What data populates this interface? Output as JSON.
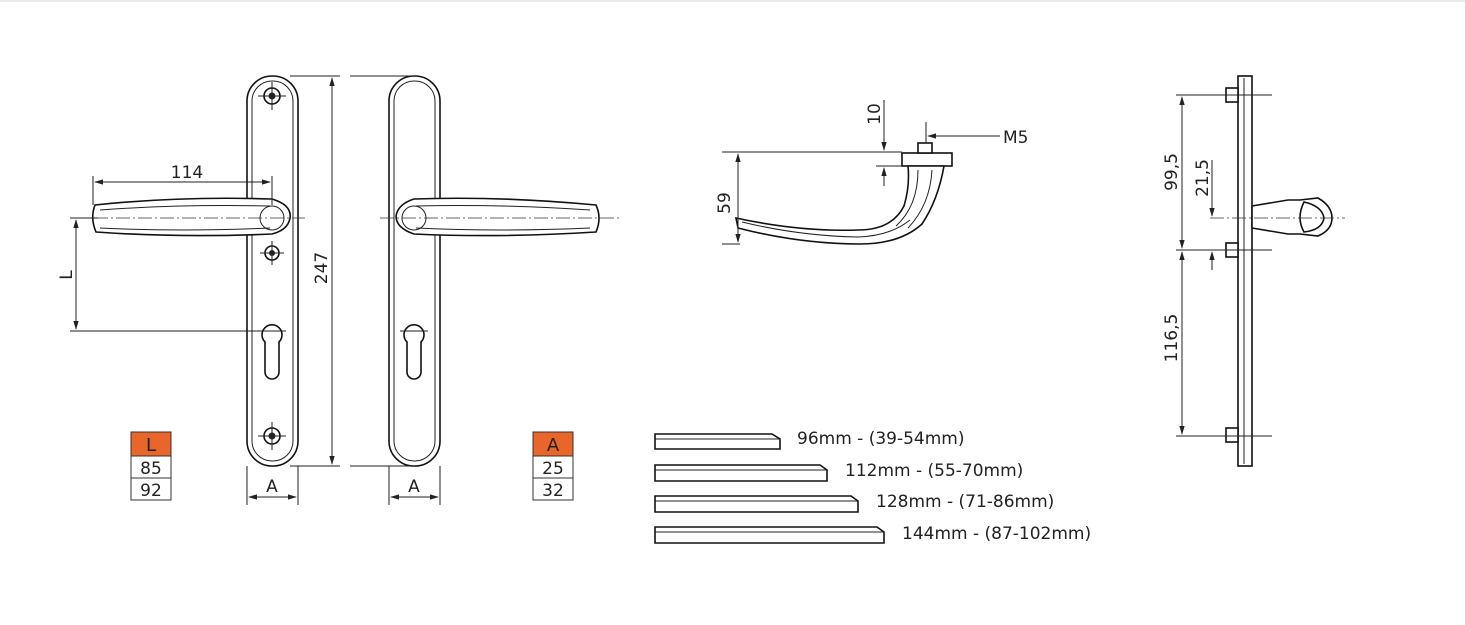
{
  "colors": {
    "accent": "#e8662a",
    "line": "#222222",
    "background": "#ffffff"
  },
  "front_view": {
    "dim_handle_length": "114",
    "dim_L": "L",
    "dim_total_height": "247",
    "dim_width": "A"
  },
  "back_view": {
    "dim_width": "A"
  },
  "table_L": {
    "header": "L",
    "rows": [
      "85",
      "92"
    ]
  },
  "table_A": {
    "header": "A",
    "rows": [
      "25",
      "32"
    ]
  },
  "side_view": {
    "dim_10": "10",
    "dim_59": "59",
    "thread": "M5"
  },
  "spindles": [
    {
      "label": "96mm - (39-54mm)"
    },
    {
      "label": "112mm - (55-70mm)"
    },
    {
      "label": "128mm - (71-86mm)"
    },
    {
      "label": "144mm - (87-102mm)"
    }
  ],
  "profile_view": {
    "dim_99_5": "99,5",
    "dim_21_5": "21,5",
    "dim_116_5": "116,5"
  }
}
